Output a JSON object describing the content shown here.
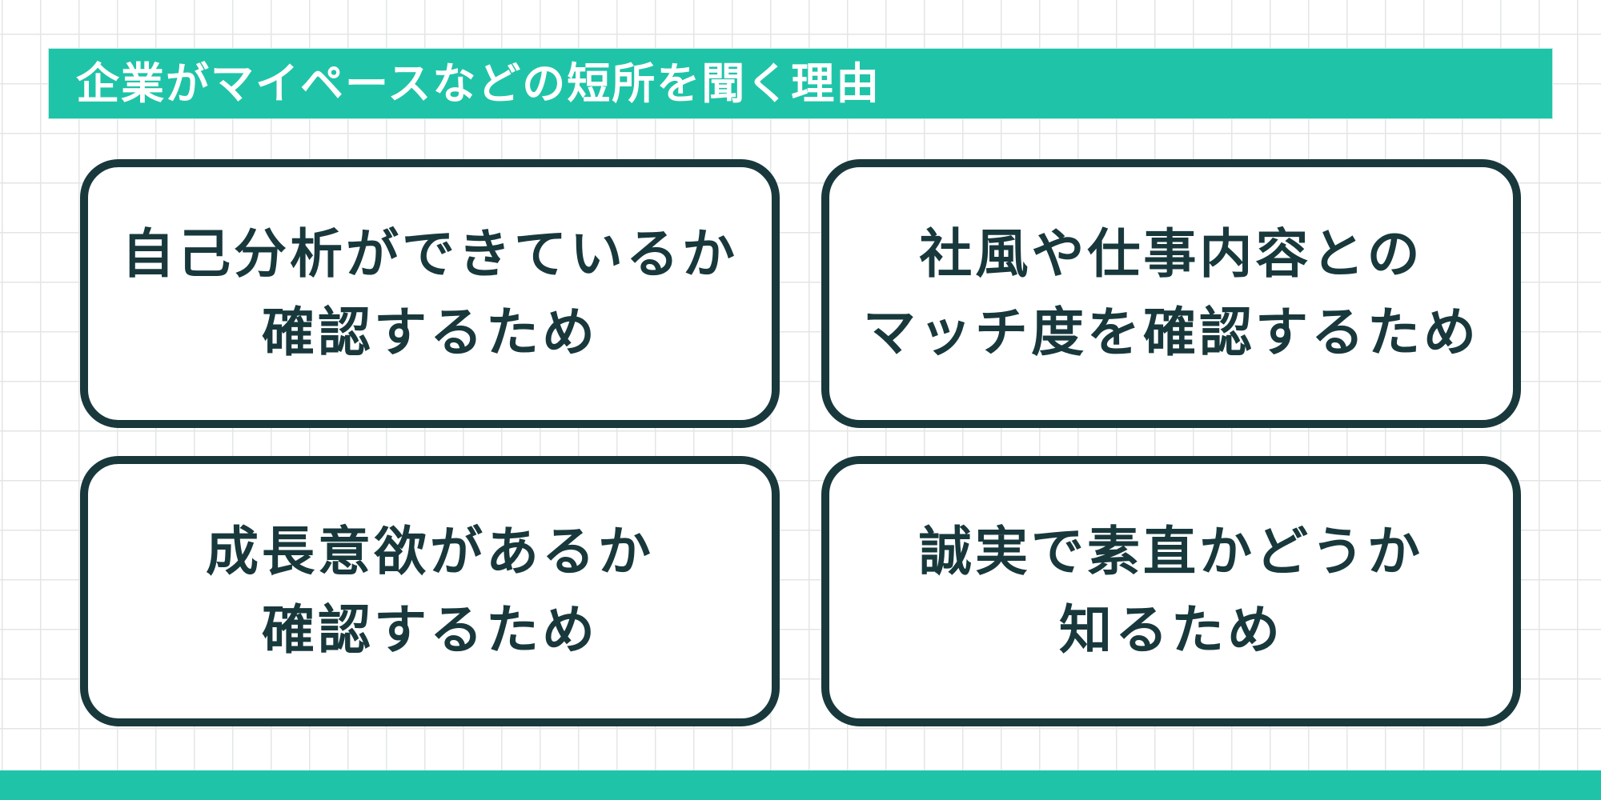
{
  "title": "企業がマイペースなどの短所を聞く理由",
  "cards": [
    {
      "lines": [
        "自己分析ができているか",
        "確認するため"
      ]
    },
    {
      "lines": [
        "社風や仕事内容との",
        "マッチ度を確認するため"
      ]
    },
    {
      "lines": [
        "成長意欲があるか",
        "確認するため"
      ]
    },
    {
      "lines": [
        "誠実で素直かどうか",
        "知るため"
      ]
    }
  ],
  "colors": {
    "accent_teal": "#1fc4a8",
    "dark_text_border": "#18383c",
    "background": "#ffffff",
    "grid_line": "#e3e6e6"
  }
}
